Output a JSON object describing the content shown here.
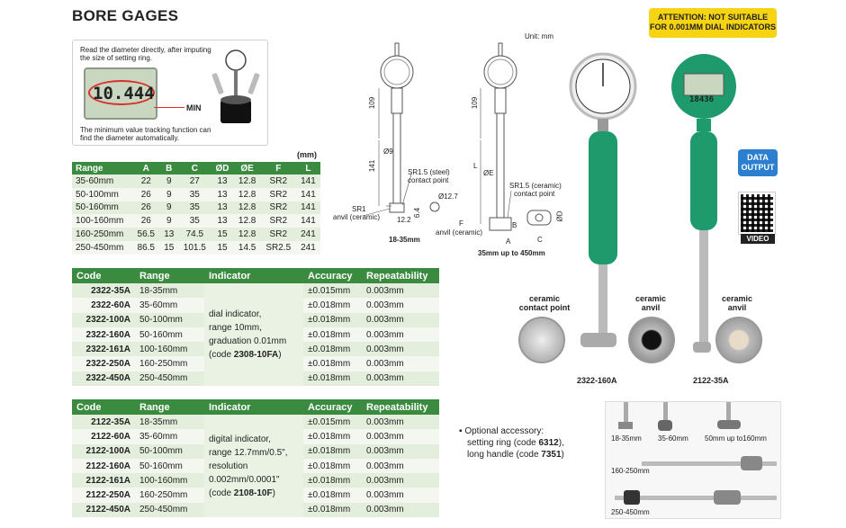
{
  "header": {
    "title": "BORE GAGES",
    "attention_line1": "ATTENTION: NOT SUITABLE",
    "attention_line2": "FOR 0.001MM DIAL INDICATORS",
    "unit": "Unit: mm"
  },
  "infobox": {
    "top_text": "Read the diameter directly, after imputing the size of setting ring.",
    "lcd_value": "10.444",
    "min_label": "MIN",
    "bottom_text": "The minimum value tracking function can find the diameter automatically."
  },
  "dimensions_table": {
    "unit": "(mm)",
    "headers": [
      "Range",
      "A",
      "B",
      "C",
      "ØD",
      "ØE",
      "F",
      "L"
    ],
    "rows": [
      [
        "35-60mm",
        "22",
        "9",
        "27",
        "13",
        "12.8",
        "SR2",
        "141"
      ],
      [
        "50-100mm",
        "26",
        "9",
        "35",
        "13",
        "12.8",
        "SR2",
        "141"
      ],
      [
        "50-160mm",
        "26",
        "9",
        "35",
        "13",
        "12.8",
        "SR2",
        "141"
      ],
      [
        "100-160mm",
        "26",
        "9",
        "35",
        "13",
        "12.8",
        "SR2",
        "141"
      ],
      [
        "160-250mm",
        "56.5",
        "13",
        "74.5",
        "15",
        "12.8",
        "SR2",
        "241"
      ],
      [
        "250-450mm",
        "86.5",
        "15",
        "101.5",
        "15",
        "14.5",
        "SR2.5",
        "241"
      ]
    ]
  },
  "dial_table": {
    "headers": [
      "Code",
      "Range",
      "Indicator",
      "Accuracy",
      "Repeatability"
    ],
    "indicator_lines": [
      "dial indicator,",
      "range 10mm,",
      "graduation 0.01mm",
      "(code ",
      "2308-10FA",
      ")"
    ],
    "rows": [
      [
        "2322-35A",
        "18-35mm",
        "±0.015mm",
        "0.003mm"
      ],
      [
        "2322-60A",
        "35-60mm",
        "±0.018mm",
        "0.003mm"
      ],
      [
        "2322-100A",
        "50-100mm",
        "±0.018mm",
        "0.003mm"
      ],
      [
        "2322-160A",
        "50-160mm",
        "±0.018mm",
        "0.003mm"
      ],
      [
        "2322-161A",
        "100-160mm",
        "±0.018mm",
        "0.003mm"
      ],
      [
        "2322-250A",
        "160-250mm",
        "±0.018mm",
        "0.003mm"
      ],
      [
        "2322-450A",
        "250-450mm",
        "±0.018mm",
        "0.003mm"
      ]
    ]
  },
  "digital_table": {
    "headers": [
      "Code",
      "Range",
      "Indicator",
      "Accuracy",
      "Repeatability"
    ],
    "indicator_lines": [
      "digital indicator,",
      "range 12.7mm/0.5\",",
      "resolution",
      "0.002mm/0.0001\"",
      "(code ",
      "2108-10F",
      ")"
    ],
    "rows": [
      [
        "2122-35A",
        "18-35mm",
        "±0.015mm",
        "0.003mm"
      ],
      [
        "2122-60A",
        "35-60mm",
        "±0.018mm",
        "0.003mm"
      ],
      [
        "2122-100A",
        "50-100mm",
        "±0.018mm",
        "0.003mm"
      ],
      [
        "2122-160A",
        "50-160mm",
        "±0.018mm",
        "0.003mm"
      ],
      [
        "2122-161A",
        "100-160mm",
        "±0.018mm",
        "0.003mm"
      ],
      [
        "2122-250A",
        "160-250mm",
        "±0.018mm",
        "0.003mm"
      ],
      [
        "2122-450A",
        "250-450mm",
        "±0.018mm",
        "0.003mm"
      ]
    ]
  },
  "drawing_left": {
    "dim_109": "109",
    "dim_141": "141",
    "dim_phi9": "Ø9",
    "sr_steel": "SR1.5 (steel)",
    "contact_point": "contact point",
    "sr1": "SR1",
    "anvil_ceramic": "anvil (ceramic)",
    "phi127": "Ø12.7",
    "dim_122": "12.2",
    "dim_64": "6.4",
    "caption": "18-35mm"
  },
  "drawing_right": {
    "dim_109": "109",
    "dim_L": "L",
    "dim_phiE": "ØE",
    "sr_ceramic": "SR1.5 (ceramic)",
    "contact_point": "contact point",
    "f": "F",
    "anvil_ceramic": "anvil (ceramic)",
    "b": "B",
    "a": "A",
    "c": "C",
    "phiD": "ØD",
    "caption": "35mm up to 450mm"
  },
  "photos": {
    "dial_lcd": "18436",
    "ceramic_contact_point": [
      "ceramic",
      "contact point"
    ],
    "ceramic_anvil_1": [
      "ceramic",
      "anvil"
    ],
    "ceramic_anvil_2": [
      "ceramic",
      "anvil"
    ],
    "model_dial": "2322-160A",
    "model_digital": "2122-35A"
  },
  "badges": {
    "data_output_1": "DATA",
    "data_output_2": "OUTPUT",
    "video": "VIDEO"
  },
  "accessory": {
    "bullet": "▪",
    "line1": "Optional accessory:",
    "line2a": "setting ring (code ",
    "line2b": "6312",
    "line2c": "),",
    "line3a": "long handle (code ",
    "line3b": "7351",
    "line3c": ")",
    "sizes": [
      "18-35mm",
      "35-60mm",
      "50mm up to160mm",
      "160-250mm",
      "250-450mm"
    ]
  },
  "colors": {
    "header_green": "#3a8a3f",
    "row_light": "#e3eedc",
    "attention_yellow": "#f6d313",
    "handle_green": "#1e9a6d",
    "data_blue": "#2b7fce"
  }
}
